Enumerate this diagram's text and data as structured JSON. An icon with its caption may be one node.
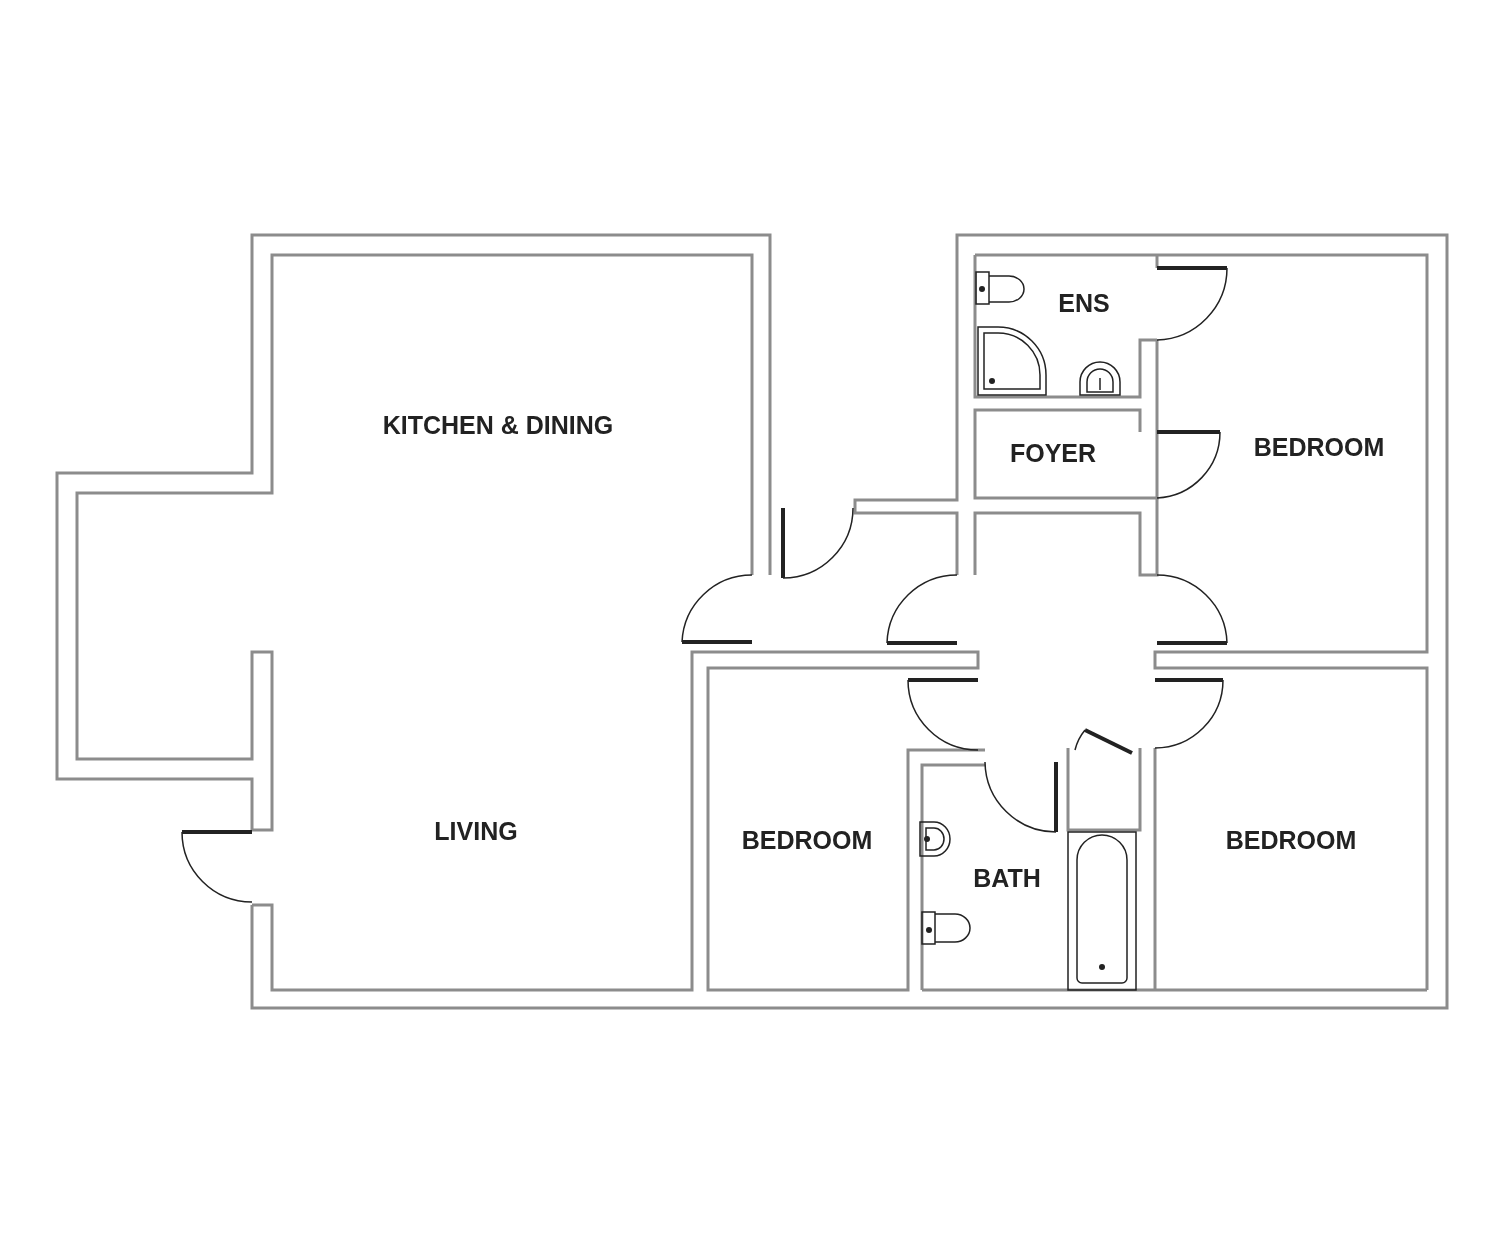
{
  "diagram": {
    "labels": [
      "KITCHEN & DINING",
      "ENS",
      "FOYER",
      "BEDROOM",
      "LIVING",
      "BEDROOM",
      "BATH",
      "BEDROOM"
    ]
  }
}
